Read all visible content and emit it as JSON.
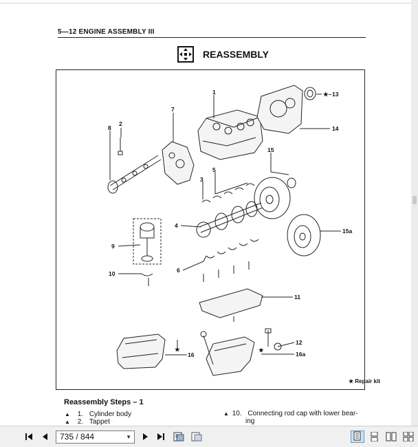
{
  "document": {
    "header": "5—12 ENGINE ASSEMBLY III",
    "section_title": "REASSEMBLY",
    "repair_kit_note": "★ Repair kit",
    "callouts": [
      "1",
      "2",
      "3",
      "4",
      "5",
      "6",
      "7",
      "8",
      "9",
      "10",
      "11",
      "12",
      "13",
      "14",
      "15",
      "15a",
      "16",
      "16a"
    ],
    "steps_title": "Reassembly Steps – 1",
    "steps": [
      {
        "marker": "▲",
        "num": "1.",
        "text": "Cylinder body"
      },
      {
        "marker": "▲",
        "num": "2.",
        "text": "Tappet"
      },
      {
        "marker": "▲",
        "num": "10.",
        "text": "Connecting rod cap with lower bear-"
      },
      {
        "marker": "",
        "num": "",
        "text": "ing"
      }
    ]
  },
  "viewer": {
    "page_indicator": "735 / 844",
    "buttons": [
      "first-page",
      "previous-page",
      "next-page",
      "last-page",
      "fit-page",
      "fit-width",
      "single-page",
      "continuous",
      "facing",
      "continuous-facing"
    ]
  }
}
